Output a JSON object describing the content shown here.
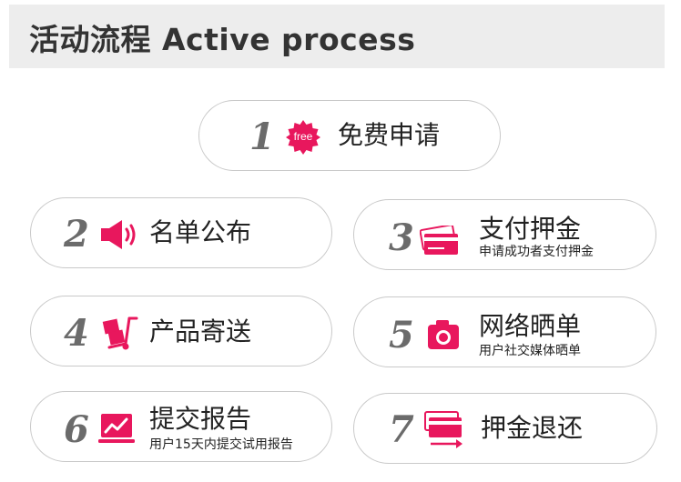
{
  "header": {
    "title": "活动流程 Active process"
  },
  "accent_color": "#e8175d",
  "steps": [
    {
      "number": "1",
      "icon": "free-badge-icon",
      "icon_text": "free",
      "title": "免费申请",
      "subtitle": ""
    },
    {
      "number": "2",
      "icon": "megaphone-icon",
      "title": "名单公布",
      "subtitle": ""
    },
    {
      "number": "3",
      "icon": "credit-card-icon",
      "title": "支付押金",
      "subtitle": "申请成功者支付押金"
    },
    {
      "number": "4",
      "icon": "hand-truck-icon",
      "title": "产品寄送",
      "subtitle": ""
    },
    {
      "number": "5",
      "icon": "camera-icon",
      "title": "网络晒单",
      "subtitle": "用户社交媒体晒单"
    },
    {
      "number": "6",
      "icon": "laptop-chart-icon",
      "title": "提交报告",
      "subtitle": "用户15天内提交试用报告"
    },
    {
      "number": "7",
      "icon": "card-refund-icon",
      "title": "押金退还",
      "subtitle": ""
    }
  ]
}
